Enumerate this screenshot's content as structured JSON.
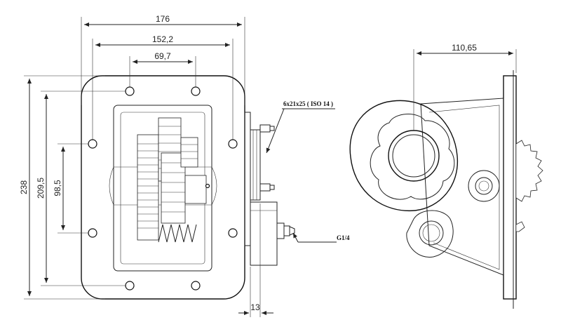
{
  "dimensions": {
    "overall_width": "176",
    "mounting_hole_span": "152,2",
    "top_hole_span": "69,7",
    "overall_height": "238",
    "hole_height_outer": "209,5",
    "hole_height_inner": "98,5",
    "flange_thickness": "13",
    "side_offset": "110,65"
  },
  "notes": {
    "bolt_spec": "6x21x25 ( ISO 14 )",
    "port_thread": "G1/4"
  }
}
